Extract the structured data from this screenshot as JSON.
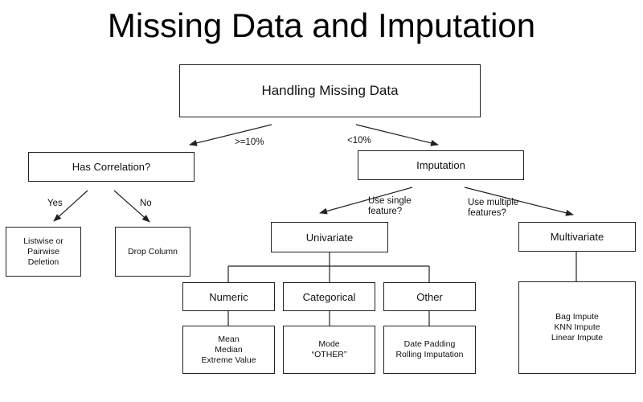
{
  "title": "Missing Data and Imputation",
  "nodes": {
    "root": "Handling Missing Data",
    "has_correlation": "Has Correlation?",
    "imputation": "Imputation",
    "listwise": "Listwise or\nPairwise\nDeletion",
    "drop_column": "Drop Column",
    "univariate": "Univariate",
    "multivariate": "Multivariate",
    "numeric": "Numeric",
    "categorical": "Categorical",
    "other": "Other",
    "numeric_methods": "Mean\nMedian\nExtreme Value",
    "categorical_methods": "Mode\n“OTHER”",
    "other_methods": "Date Padding\nRolling Imputation",
    "multivariate_methods": "Bag Impute\nKNN Impute\nLinear Impute"
  },
  "edge_labels": {
    "ge10": ">=10%",
    "lt10": "<10%",
    "yes": "Yes",
    "no": "No",
    "single": "Use single\nfeature?",
    "multiple": "Use multiple\nfeatures?"
  },
  "colors": {
    "line": "#222222",
    "background": "#ffffff"
  }
}
